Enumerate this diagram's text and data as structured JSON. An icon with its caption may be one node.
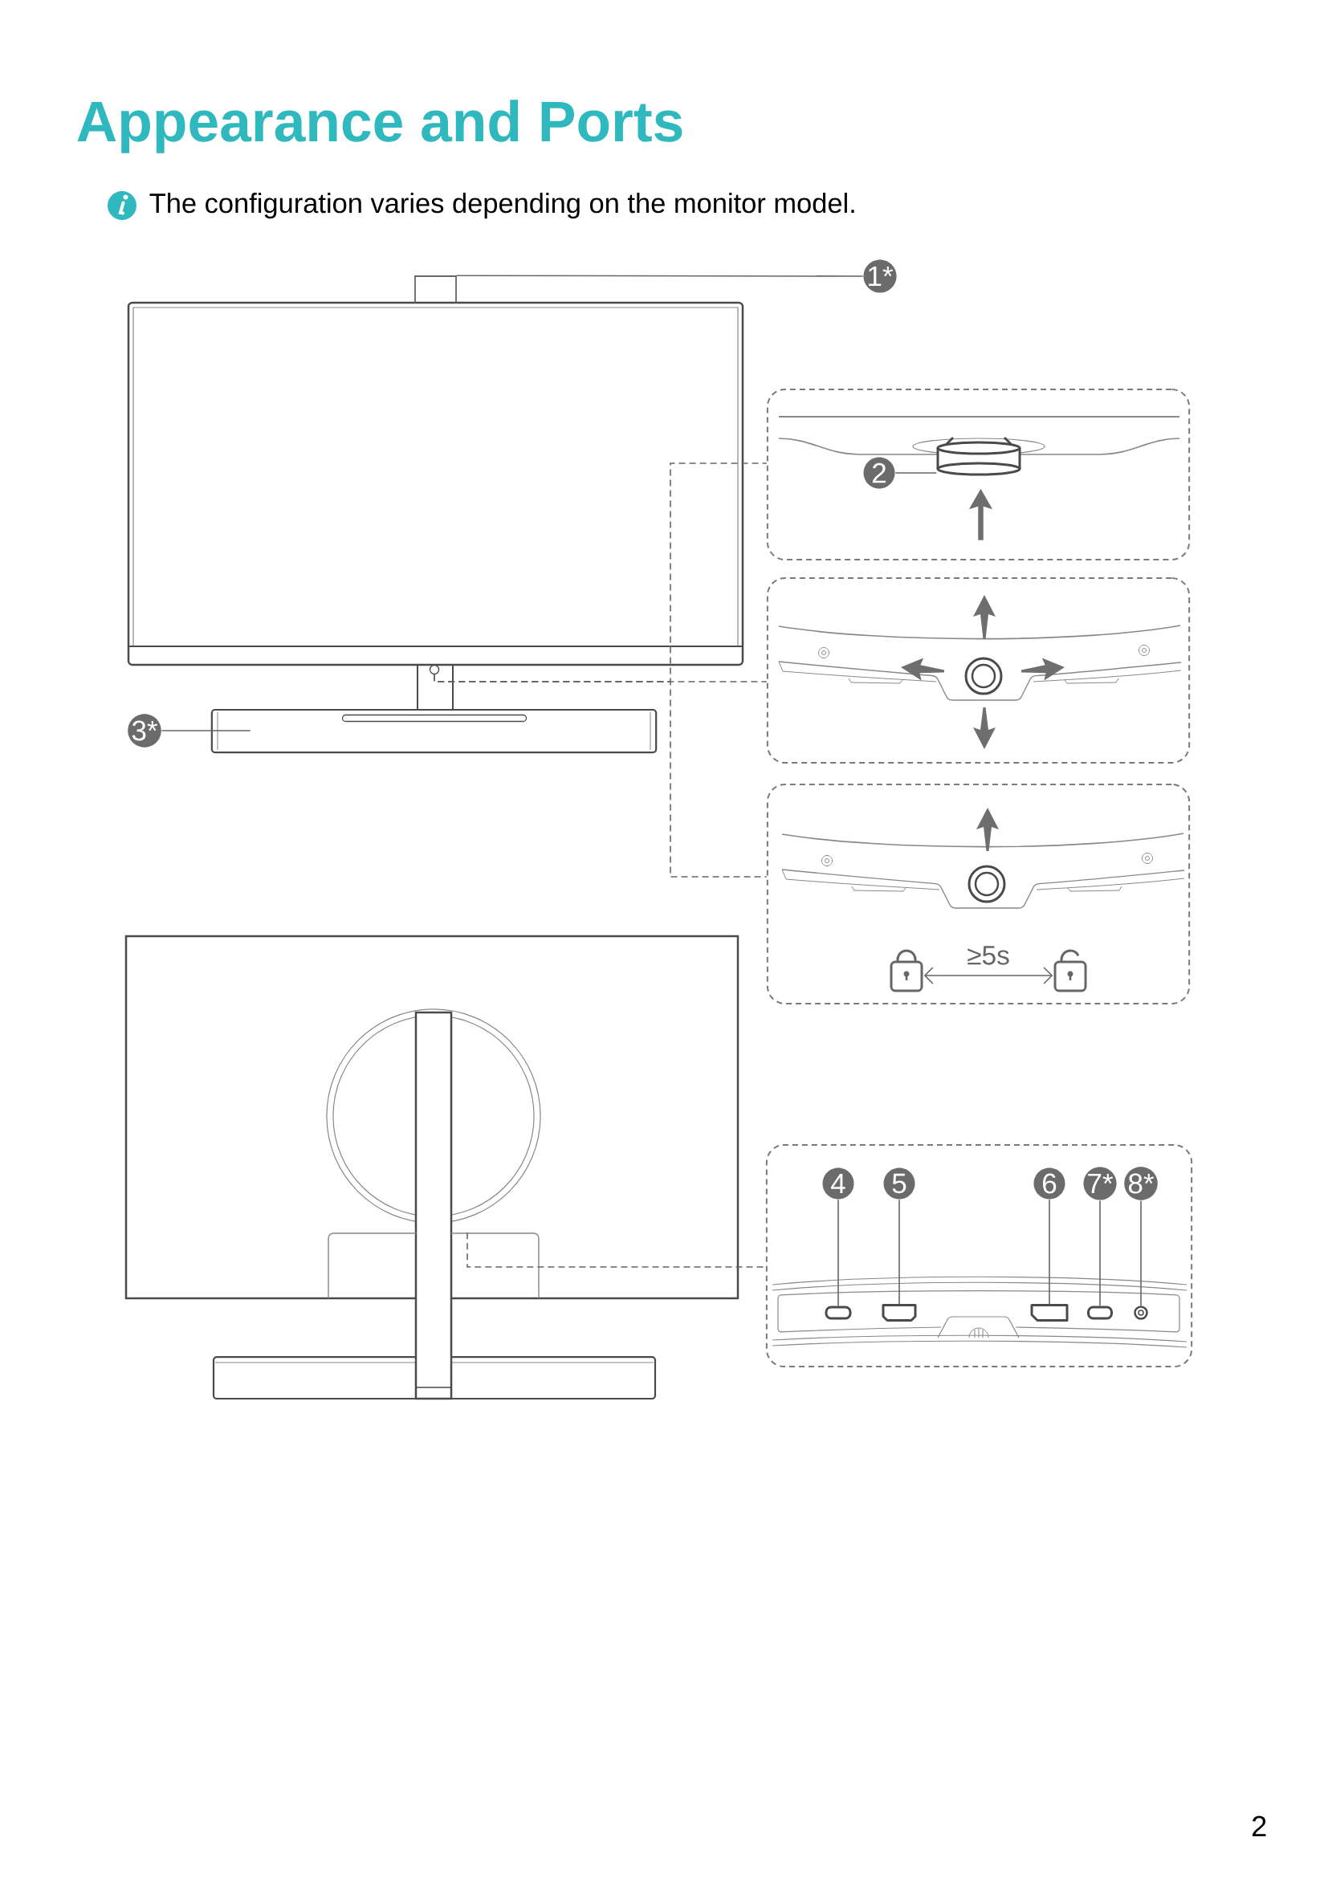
{
  "diagram": {
    "title": "Appearance and Ports",
    "nodes": [
      {
        "text": [
          "1*"
        ]
      },
      {
        "text": [],
        "shape": "box"
      },
      {
        "text": [],
        "shape": "box"
      },
      {
        "text": [],
        "shape": "cylinder",
        "in": 2
      },
      {
        "text": [
          "2"
        ],
        "in": 2
      },
      {
        "text": [],
        "shape": "circle"
      },
      {
        "text": [],
        "shape": "box"
      },
      {
        "text": [
          "3*"
        ]
      },
      {
        "text": [],
        "shape": "bar"
      },
      {
        "text": [],
        "shape": "box"
      },
      {
        "text": [],
        "shape": "picture",
        "in": 9
      },
      {
        "text": [],
        "shape": "picture",
        "in": 9
      },
      {
        "text": [],
        "shape": "box"
      },
      {
        "text": [],
        "shape": "box"
      },
      {
        "text": [
          "4"
        ],
        "in": 13
      },
      {
        "text": [
          "5"
        ],
        "in": 13
      },
      {
        "text": [
          "6"
        ],
        "in": 13
      },
      {
        "text": [
          "7*"
        ],
        "in": 13
      },
      {
        "text": [
          "8*"
        ],
        "in": 13
      },
      {
        "text": [],
        "shape": "box",
        "in": 13
      },
      {
        "text": [],
        "shape": "box",
        "in": 13
      },
      {
        "text": [],
        "shape": "box",
        "in": 13
      },
      {
        "text": [],
        "shape": "box",
        "in": 13
      },
      {
        "text": [],
        "shape": "circle",
        "in": 13
      }
    ],
    "edges": [
      {
        "from": 0,
        "to": 1,
        "arrow": "none"
      },
      {
        "from": 4,
        "to": 3,
        "arrow": "none"
      },
      {
        "from": 5,
        "to": 2,
        "arrow": "none",
        "style": "dashed"
      },
      {
        "from": 5,
        "to": 6,
        "arrow": "none",
        "style": "dashed"
      },
      {
        "from": 5,
        "to": 9,
        "arrow": "none",
        "style": "dashed"
      },
      {
        "from": 7,
        "to": 8,
        "arrow": "none"
      },
      {
        "from": 10,
        "to": 11,
        "arrow": "both",
        "label": "≥5s"
      },
      {
        "from": 12,
        "to": 13,
        "arrow": "none",
        "style": "dashed"
      },
      {
        "from": 14,
        "to": 19,
        "arrow": "none"
      },
      {
        "from": 15,
        "to": 20,
        "arrow": "none"
      },
      {
        "from": 16,
        "to": 21,
        "arrow": "none"
      },
      {
        "from": 17,
        "to": 22,
        "arrow": "none"
      },
      {
        "from": 18,
        "to": 23,
        "arrow": "none"
      },
      {
        "from": null,
        "to": 3,
        "arrow": "to",
        "style": "thick"
      }
    ],
    "labels": [
      "The configuration varies depending on the monitor model.",
      "2"
    ]
  }
}
